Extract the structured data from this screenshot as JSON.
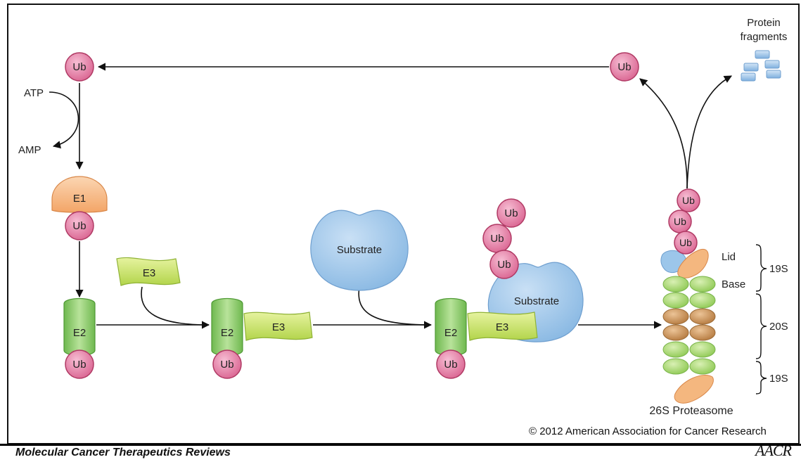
{
  "labels": {
    "ub": "Ub",
    "e1": "E1",
    "e2": "E2",
    "e3": "E3",
    "substrate": "Substrate",
    "atp": "ATP",
    "amp": "AMP",
    "protein_fragments_line1": "Protein",
    "protein_fragments_line2": "fragments",
    "lid": "Lid",
    "base": "Base",
    "s19_top": "19S",
    "s20": "20S",
    "s19_bottom": "19S",
    "proteasome": "26S Proteasome"
  },
  "footer": {
    "copyright": "© 2012 American Association for Cancer Research",
    "journal": "Molecular Cancer Therapeutics Reviews",
    "publisher_logo": "AACR"
  },
  "colors": {
    "ub_fill": "#e27aa0",
    "ub_stroke": "#b03a64",
    "e1_fill": "#f7b985",
    "e2_fill": "#8fcb6b",
    "e3_fill": "#cde36d",
    "substrate_fill": "#9cc6ea",
    "ring_green": "#a6d86a",
    "ring_brown": "#c9955a",
    "cap_orange": "#f4b77f",
    "cap_blue": "#9cc6ea",
    "fragment_blue": "#9cc6ea"
  }
}
